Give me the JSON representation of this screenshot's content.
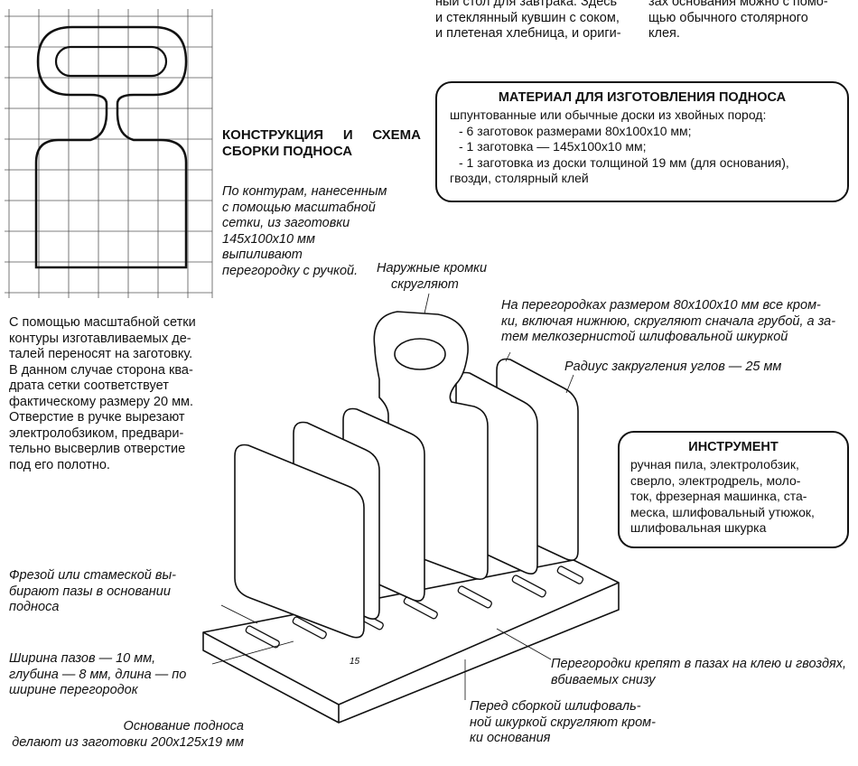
{
  "top_fragments": {
    "col2": [
      "ный стол для завтрака. Здесь",
      "и стеклянный кувшин с соком,",
      "и плетеная хлебница, и ориги-"
    ],
    "col3": [
      "зах основания можно с помо-",
      "щью обычного столярного",
      "клея."
    ]
  },
  "construction": {
    "title_line1": "КОНСТРУКЦИЯ И СХЕМА",
    "title_line2": "СБОРКИ ПОДНОСА",
    "caption": [
      "По контурам, нанесенным",
      "с помощью масштабной",
      "сетки, из заготовки",
      "145x100x10 мм",
      "выпиливают",
      "перегородку с ручкой."
    ]
  },
  "left_text": [
    "С помощью масштабной сетки",
    "контуры изготавливаемых де-",
    "талей переносят на заготовку.",
    "В данном случае сторона ква-",
    "драта сетки соответствует",
    "фактическому размеру 20 мм.",
    "Отверстие в ручке вырезают",
    "электролобзиком, предвари-",
    "тельно высверлив отверстие",
    "под его полотно."
  ],
  "material": {
    "title": "МАТЕРИАЛ ДЛЯ ИЗГОТОВЛЕНИЯ ПОДНОСА",
    "lines": [
      "шпунтованные или обычные доски из хвойных пород:",
      "- 6 заготовок размерами 80x100x10 мм;",
      "- 1 заготовка — 145x100x10 мм;",
      "- 1 заготовка из доски толщиной 19 мм (для основания),",
      "гвозди, столярный клей"
    ]
  },
  "tool": {
    "title": "ИНСТРУМЕНТ",
    "lines": [
      "ручная пила, электролобзик,",
      "сверло, электродрель, моло-",
      "ток, фрезерная машинка, ста-",
      "меска, шлифовальный утюжок,",
      "шлифовальная шкурка"
    ]
  },
  "callouts": {
    "edges": [
      "Наружные кромки",
      "скругляют"
    ],
    "partitions": [
      "На перегородках размером 80x100x10 мм все кром-",
      "ки, включая нижнюю, скругляют сначала грубой, а за-",
      "тем мелкозернистой шлифовальной шкуркой"
    ],
    "radius": "Радиус закругления углов — 25 мм",
    "grooves": [
      "Фрезой или стамеской вы-",
      "бирают пазы в основании",
      "подноса"
    ],
    "width": [
      "Ширина пазов — 10 мм,",
      "глубина — 8 мм, длина — по",
      "ширине перегородок"
    ],
    "base": [
      "Основание подноса",
      "делают из заготовки 200x125x19 мм"
    ],
    "fix": [
      "Перегородки крепят в пазах на клею и гвоздях,",
      "вбиваемых снизу"
    ],
    "before": [
      "Перед сборкой шлифоваль-",
      "ной шкуркой скругляют кром-",
      "ки основания"
    ],
    "dim15": "15"
  }
}
